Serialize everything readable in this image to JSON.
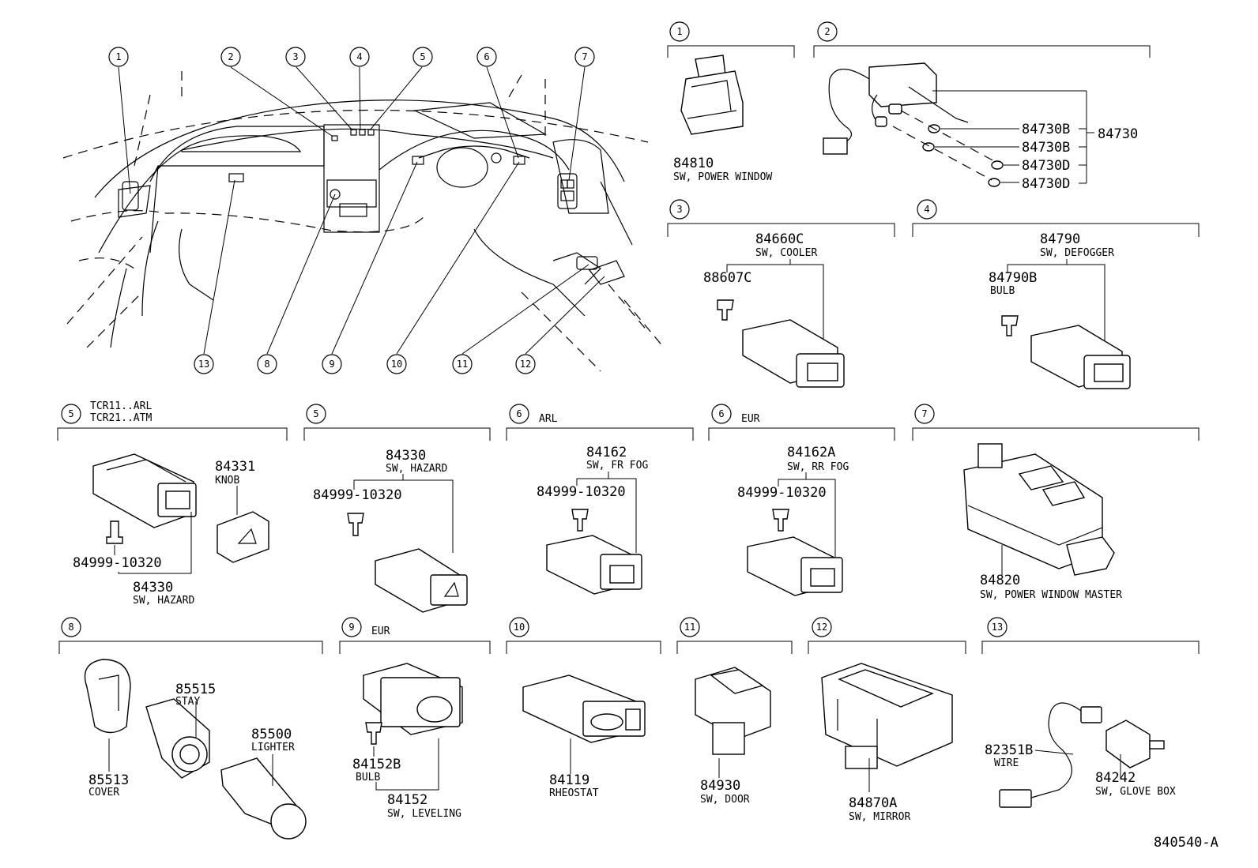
{
  "overview": {
    "top_callouts": [
      "1",
      "2",
      "3",
      "4",
      "5",
      "6",
      "7"
    ],
    "bottom_callouts": [
      "13",
      "8",
      "9",
      "10",
      "11",
      "12"
    ]
  },
  "sections": {
    "s1": {
      "num": "1",
      "part": "84810",
      "desc": "SW, POWER WINDOW"
    },
    "s2": {
      "num": "2",
      "parts": [
        "84730B",
        "84730B",
        "84730D",
        "84730D"
      ],
      "assembly": "84730"
    },
    "s3": {
      "num": "3",
      "part": "84660C",
      "desc": "SW, COOLER",
      "sub_part": "88607C"
    },
    "s4": {
      "num": "4",
      "part": "84790",
      "desc": "SW, DEFOGGER",
      "sub_part": "84790B",
      "sub_desc": "BULB"
    },
    "s5a": {
      "num": "5",
      "variant_line1": "TCR11..ARL",
      "variant_line2": "TCR21..ATM",
      "knob_part": "84331",
      "knob_desc": "KNOB",
      "bulb_part": "84999-10320",
      "part": "84330",
      "desc": "SW, HAZARD"
    },
    "s5b": {
      "num": "5",
      "part": "84330",
      "desc": "SW, HAZARD",
      "bulb_part": "84999-10320"
    },
    "s6a": {
      "num": "6",
      "variant": "ARL",
      "part": "84162",
      "desc": "SW, FR FOG",
      "bulb_part": "84999-10320"
    },
    "s6b": {
      "num": "6",
      "variant": "EUR",
      "part": "84162A",
      "desc": "SW, RR FOG",
      "bulb_part": "84999-10320"
    },
    "s7": {
      "num": "7",
      "part": "84820",
      "desc": "SW, POWER WINDOW MASTER"
    },
    "s8": {
      "num": "8",
      "cover_part": "85513",
      "cover_desc": "COVER",
      "stay_part": "85515",
      "stay_desc": "STAY",
      "lighter_part": "85500",
      "lighter_desc": "LIGHTER"
    },
    "s9": {
      "num": "9",
      "variant": "EUR",
      "bulb_part": "84152B",
      "bulb_desc": "BULB",
      "part": "84152",
      "desc": "SW, LEVELING"
    },
    "s10": {
      "num": "10",
      "part": "84119",
      "desc": "RHEOSTAT"
    },
    "s11": {
      "num": "11",
      "part": "84930",
      "desc": "SW, DOOR"
    },
    "s12": {
      "num": "12",
      "part": "84870A",
      "desc": "SW, MIRROR"
    },
    "s13": {
      "num": "13",
      "wire_part": "82351B",
      "wire_desc": "WIRE",
      "part": "84242",
      "desc": "SW, GLOVE BOX"
    }
  },
  "drawing_id": "840540-A"
}
